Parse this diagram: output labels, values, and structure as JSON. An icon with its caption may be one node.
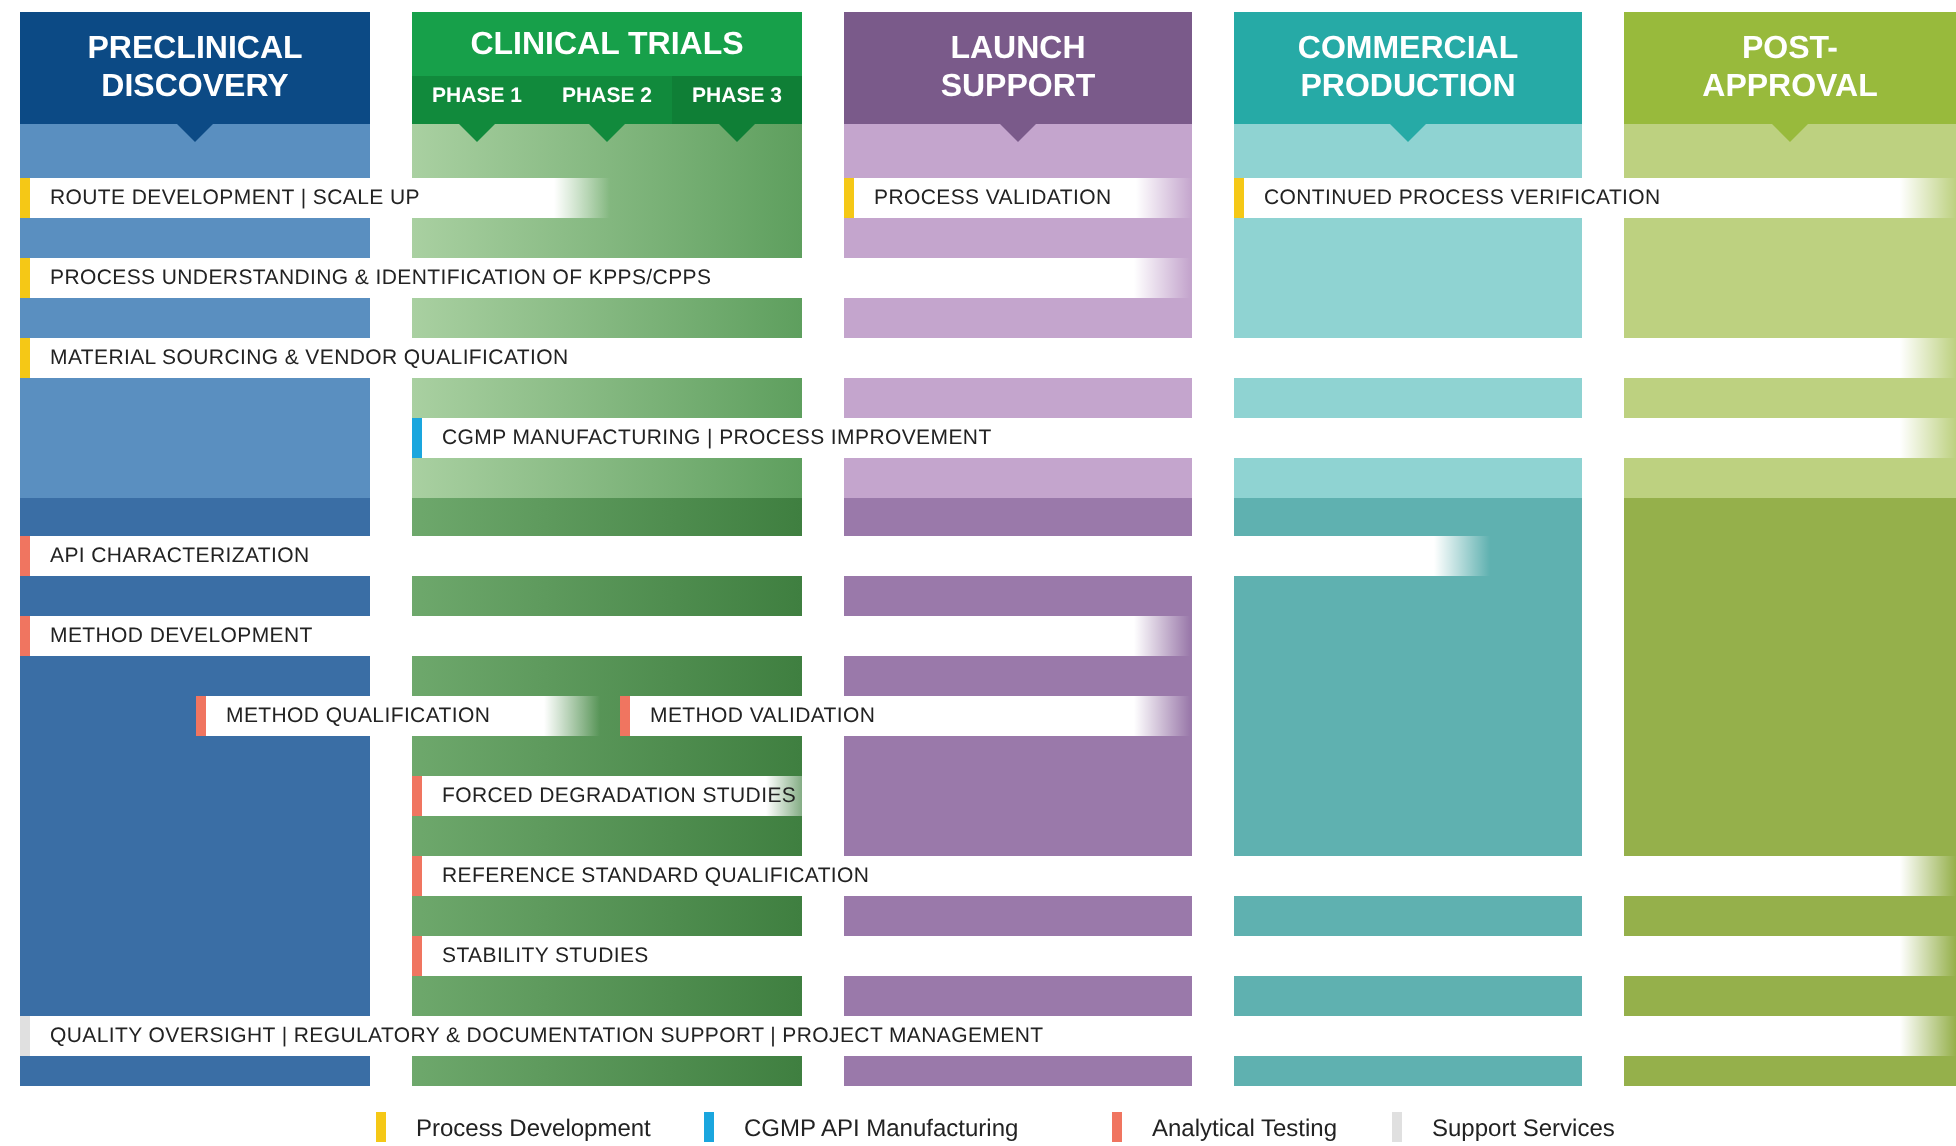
{
  "diagram": {
    "nodes": [
      {
        "text": [
          "PRECLINICAL DISCOVERY"
        ]
      },
      {
        "text": [
          "CLINICAL TRIALS"
        ]
      },
      {
        "text": [
          "PHASE 1"
        ]
      },
      {
        "text": [
          "PHASE 2"
        ]
      },
      {
        "text": [
          "PHASE 3"
        ]
      },
      {
        "text": [
          "LAUNCH SUPPORT"
        ]
      },
      {
        "text": [
          "COMMERCIAL PRODUCTION"
        ]
      },
      {
        "text": [
          "POST-APPROVAL"
        ]
      },
      {
        "text": [
          "ROUTE DEVELOPMENT | SCALE UP"
        ]
      },
      {
        "text": [
          "PROCESS VALIDATION"
        ]
      },
      {
        "text": [
          "CONTINUED PROCESS VERIFICATION"
        ]
      },
      {
        "text": [
          "PROCESS UNDERSTANDING & IDENTIFICATION OF KPPS/CPPS"
        ]
      },
      {
        "text": [
          "MATERIAL SOURCING & VENDOR QUALIFICATION"
        ]
      },
      {
        "text": [
          "CGMP MANUFACTURING | PROCESS IMPROVEMENT"
        ]
      },
      {
        "text": [
          "API CHARACTERIZATION"
        ]
      },
      {
        "text": [
          "METHOD DEVELOPMENT"
        ]
      },
      {
        "text": [
          "METHOD QUALIFICATION"
        ]
      },
      {
        "text": [
          "METHOD VALIDATION"
        ]
      },
      {
        "text": [
          "FORCED DEGRADATION STUDIES"
        ]
      },
      {
        "text": [
          "REFERENCE STANDARD QUALIFICATION"
        ]
      },
      {
        "text": [
          "STABILITY STUDIES"
        ]
      },
      {
        "text": [
          "QUALITY OVERSIGHT | REGULATORY & DOCUMENTATION SUPPORT | PROJECT MANAGEMENT"
        ]
      }
    ],
    "legend": [
      {
        "text": "Process Development",
        "color": "#f5c816"
      },
      {
        "text": "CGMP API Manufacturing",
        "color": "#1aa6de"
      },
      {
        "text": "Analytical Testing",
        "color": "#f07560"
      },
      {
        "text": "Support Services",
        "color": "#e0e0e0"
      }
    ]
  }
}
